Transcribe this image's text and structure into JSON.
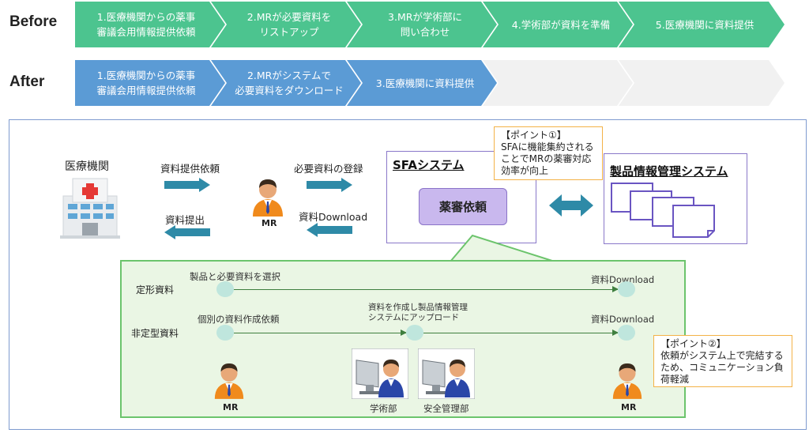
{
  "rows": {
    "before_label": "Before",
    "after_label": "After"
  },
  "before_steps": [
    "1.医療機関からの薬事\n審議会用情報提供依頼",
    "2.MRが必要資料を\nリストアップ",
    "3.MRが学術部に\n問い合わせ",
    "4.学術部が資料を準備",
    "5.医療機関に資料提供"
  ],
  "after_steps": [
    "1.医療機関からの薬事\n審議会用情報提供依頼",
    "2.MRがシステムで\n必要資料をダウンロード",
    "3.医療機関に資料提供"
  ],
  "diagram": {
    "hospital_label": "医療機関",
    "request_label": "資料提供依頼",
    "provide_label": "資料提出",
    "mr_label": "MR",
    "register_label": "必要資料の登録",
    "download_label": "資料Download",
    "sfa_title": "SFAシステム",
    "shinsa_button": "薬審依頼",
    "product_system_title": "製品情報管理システム",
    "point1": "【ポイント①】\nSFAに機能集約される\nことでMRの薬審対応\n効率が向上",
    "point2": "【ポイント②】\n依頼がシステム上で完結する\nため、コミュニケーション負\n荷軽減"
  },
  "flow": {
    "teikei_label": "定形資料",
    "hiteikei_label": "非定型資料",
    "teikei_step": "製品と必要資料を選択",
    "teikei_end": "資料Download",
    "hiteikei_step": "個別の資料作成依頼",
    "hiteikei_mid": "資料を作成し製品情報管理\nシステムにアップロード",
    "hiteikei_end": "資料Download",
    "mr_left": "MR",
    "gakujutsu": "学術部",
    "anzen": "安全管理部",
    "mr_right": "MR"
  },
  "colors": {
    "before": "#4cc48f",
    "after": "#5b9bd5",
    "arrow": "#2e8aa7",
    "sfa_border": "#8a78c9",
    "note_border": "#f3b247",
    "green_panel": "#eaf6e4"
  }
}
